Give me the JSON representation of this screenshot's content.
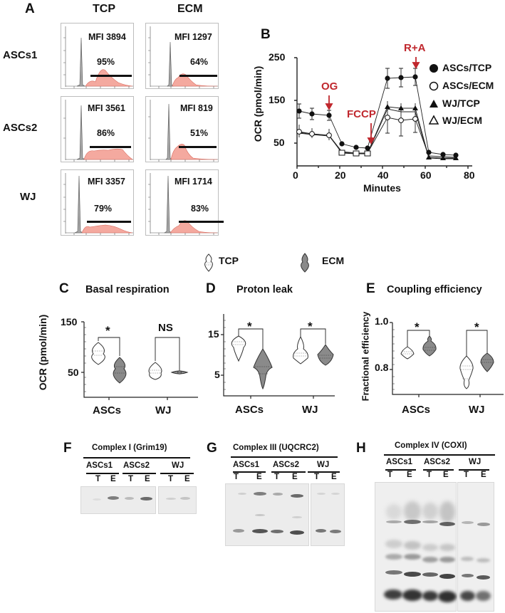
{
  "panel_a": {
    "label": "A",
    "columns": [
      "TCP",
      "ECM"
    ],
    "rows": [
      {
        "label": "ASCs1",
        "tcp": {
          "mfi": "MFI 3894",
          "pct": "95%"
        },
        "ecm": {
          "mfi": "MFI 1297",
          "pct": "64%"
        }
      },
      {
        "label": "ASCs2",
        "tcp": {
          "mfi": "MFI 3561",
          "pct": "86%"
        },
        "ecm": {
          "mfi": "MFI 819",
          "pct": "51%"
        }
      },
      {
        "label": "WJ",
        "tcp": {
          "mfi": "MFI 3357",
          "pct": "79%"
        },
        "ecm": {
          "mfi": "MFI 1714",
          "pct": "83%"
        }
      }
    ],
    "colors": {
      "isotype": "#a8a8a8",
      "stain": "#f4a99f",
      "stain_edge": "#d9685c"
    }
  },
  "panel_b": {
    "label": "B",
    "annotations": [
      "OG",
      "FCCP",
      "R+A"
    ],
    "legend": [
      "ASCs/TCP",
      "ASCs/ECM",
      "WJ/TCP",
      "WJ/ECM"
    ]
  },
  "violin_legend": {
    "tcp": "TCP",
    "ecm": "ECM"
  },
  "panel_c": {
    "label": "C",
    "title": "Basal respiration",
    "ylabel": "OCR (pmol/min)",
    "yticks": [
      "150",
      "50"
    ],
    "groups": [
      "ASCs",
      "WJ"
    ],
    "sig": [
      "*",
      "NS"
    ]
  },
  "panel_d": {
    "label": "D",
    "title": "Proton leak",
    "yticks": [
      "15",
      "5"
    ],
    "groups": [
      "ASCs",
      "WJ"
    ],
    "sig": [
      "*",
      "*"
    ]
  },
  "panel_e": {
    "label": "E",
    "title": "Coupling efficiency",
    "ylabel": "Fractional efficiency",
    "yticks": [
      "1.0",
      "0.8"
    ],
    "groups": [
      "ASCs",
      "WJ"
    ],
    "sig": [
      "*",
      "*"
    ]
  },
  "panel_f": {
    "label": "F",
    "title": "Complex I (Grim19)",
    "groups": [
      "ASCs1",
      "ASCs2",
      "WJ"
    ],
    "lanes": [
      "T",
      "E",
      "T",
      "E",
      "T",
      "E"
    ]
  },
  "panel_g": {
    "label": "G",
    "title": "Complex III (UQCRC2)",
    "groups": [
      "ASCs1",
      "ASCs2",
      "WJ"
    ],
    "lanes": [
      "T",
      "E",
      "T",
      "E",
      "T",
      "E"
    ]
  },
  "panel_h": {
    "label": "H",
    "title": "Complex IV (COXI)",
    "groups": [
      "ASCs1",
      "ASCs2",
      "WJ"
    ],
    "lanes": [
      "T",
      "E",
      "T",
      "E",
      "T",
      "E"
    ]
  },
  "chart_data": [
    {
      "type": "line",
      "title": "Seahorse mitochondrial stress test",
      "xlabel": "Minutes",
      "ylabel": "OCR (pmol/min)",
      "xlim": [
        0,
        80
      ],
      "ylim": [
        0,
        250
      ],
      "xticks": [
        0,
        20,
        40,
        60,
        80
      ],
      "yticks": [
        50,
        150,
        250
      ],
      "x": [
        2,
        8,
        15,
        21,
        28,
        34,
        41,
        47,
        53,
        60,
        67,
        73
      ],
      "series": [
        {
          "name": "ASCs/TCP",
          "marker": "filled-circle",
          "values": [
            125,
            120,
            118,
            50,
            43,
            41,
            203,
            204,
            206,
            32,
            29,
            28
          ]
        },
        {
          "name": "ASCs/ECM",
          "marker": "open-circle",
          "values": [
            78,
            75,
            72,
            30,
            27,
            26,
            112,
            106,
            110,
            24,
            22,
            21
          ]
        },
        {
          "name": "WJ/TCP",
          "marker": "filled-triangle",
          "values": [
            76,
            72,
            70,
            29,
            27,
            27,
            138,
            134,
            134,
            20,
            19,
            18
          ]
        },
        {
          "name": "WJ/ECM",
          "marker": "open-triangle",
          "values": [
            77,
            73,
            71,
            28,
            26,
            26,
            133,
            127,
            127,
            19,
            18,
            17
          ]
        }
      ],
      "annotations": [
        {
          "text": "OG",
          "x": 15
        },
        {
          "text": "FCCP",
          "x": 34
        },
        {
          "text": "R+A",
          "x": 53
        }
      ],
      "legend_position": "right"
    },
    {
      "type": "violin",
      "title": "Basal respiration",
      "ylabel": "OCR (pmol/min)",
      "categories": [
        "ASCs",
        "WJ"
      ],
      "series": [
        {
          "name": "TCP",
          "median": [
            90,
            55
          ],
          "range": [
            [
              72,
              110
            ],
            [
              38,
              70
            ]
          ]
        },
        {
          "name": "ECM",
          "median": [
            52,
            50
          ],
          "range": [
            [
              30,
              80
            ],
            [
              48,
              52
            ]
          ]
        }
      ],
      "significance": [
        "*",
        "NS"
      ],
      "yticks": [
        50,
        150
      ]
    },
    {
      "type": "violin",
      "title": "Proton leak",
      "categories": [
        "ASCs",
        "WJ"
      ],
      "series": [
        {
          "name": "TCP",
          "median": [
            12.5,
            10.5
          ],
          "range": [
            [
              8.5,
              15
            ],
            [
              7.5,
              14.5
            ]
          ]
        },
        {
          "name": "ECM",
          "median": [
            7,
            9
          ],
          "range": [
            [
              2,
              10.5
            ],
            [
              6,
              12
            ]
          ]
        }
      ],
      "significance": [
        "*",
        "*"
      ],
      "yticks": [
        5,
        15
      ]
    },
    {
      "type": "violin",
      "title": "Coupling efficiency",
      "ylabel": "Fractional efficiency",
      "categories": [
        "ASCs",
        "WJ"
      ],
      "series": [
        {
          "name": "TCP",
          "median": [
            0.865,
            0.8
          ],
          "range": [
            [
              0.845,
              0.88
            ],
            [
              0.72,
              0.84
            ]
          ]
        },
        {
          "name": "ECM",
          "median": [
            0.88,
            0.83
          ],
          "range": [
            [
              0.855,
              0.925
            ],
            [
              0.8,
              0.855
            ]
          ]
        }
      ],
      "significance": [
        "*",
        "*"
      ],
      "yticks": [
        0.8,
        1.0
      ]
    }
  ]
}
